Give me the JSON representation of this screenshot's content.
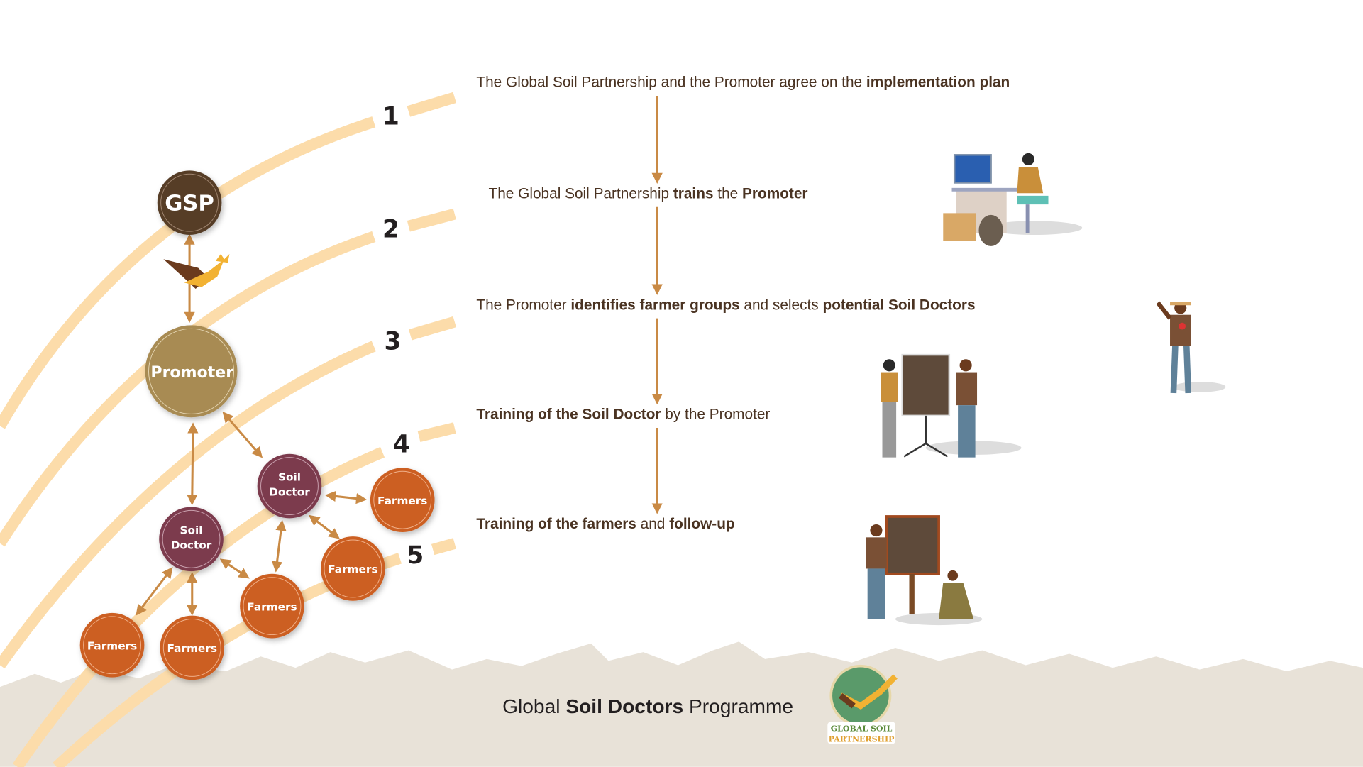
{
  "colors": {
    "arc": "#fcdcaa",
    "arrow": "#c98a45",
    "gsp": "#573d28",
    "promoter": "#a88b52",
    "soil_doctor": "#7b3a4e",
    "farmers": "#cc5f20",
    "ground": "#e8e2d8",
    "text": "#4a3322"
  },
  "steps": [
    {
      "number": "1",
      "parts": [
        "The Global Soil Partnership and the Promoter agree on the ",
        "implementation plan"
      ]
    },
    {
      "number": "2",
      "parts": [
        "The Global Soil Partnership ",
        "trains",
        " the ",
        "Promoter"
      ]
    },
    {
      "number": "3",
      "parts": [
        "The Promoter ",
        "identifies farmer groups",
        " and selects ",
        "potential Soil Doctors"
      ]
    },
    {
      "number": "4",
      "parts": [
        "Training of the Soil Doctor",
        " by the Promoter"
      ]
    },
    {
      "number": "5",
      "parts": [
        "Training of the farmers",
        " and ",
        "follow-up"
      ]
    }
  ],
  "nodes": {
    "gsp": "GSP",
    "promoter": "Promoter",
    "soil_doctor": [
      "Soil",
      "Doctor"
    ],
    "farmers": "Farmers"
  },
  "footer": {
    "pre": "Global ",
    "bold": "Soil Doctors",
    "post": " Programme"
  },
  "logo": {
    "line1": "GLOBAL SOIL",
    "line2": "PARTNERSHIP"
  }
}
